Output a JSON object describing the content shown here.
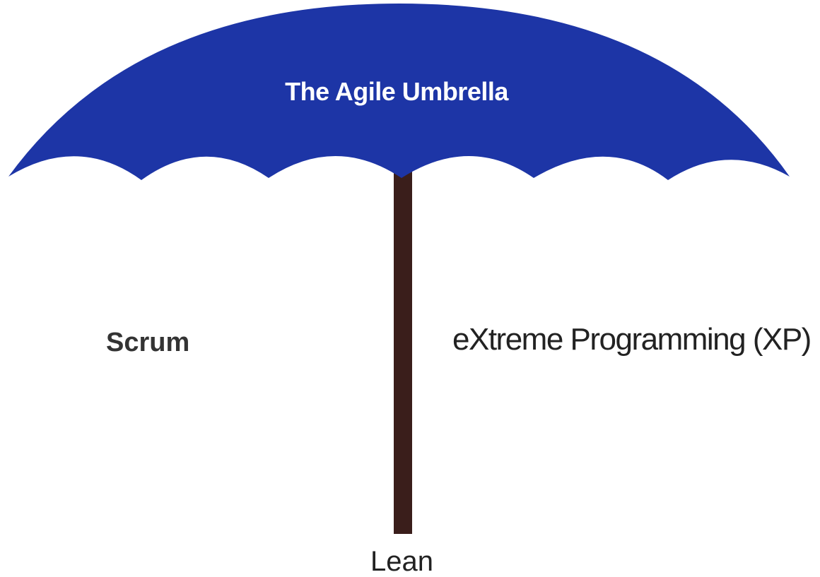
{
  "umbrella": {
    "title": "The Agile Umbrella",
    "canopy_color": "#1d35a6",
    "shaft_color": "#3a1e1b"
  },
  "methods": {
    "left": "Scrum",
    "right": "eXtreme Programming (XP)",
    "bottom": "Lean"
  }
}
